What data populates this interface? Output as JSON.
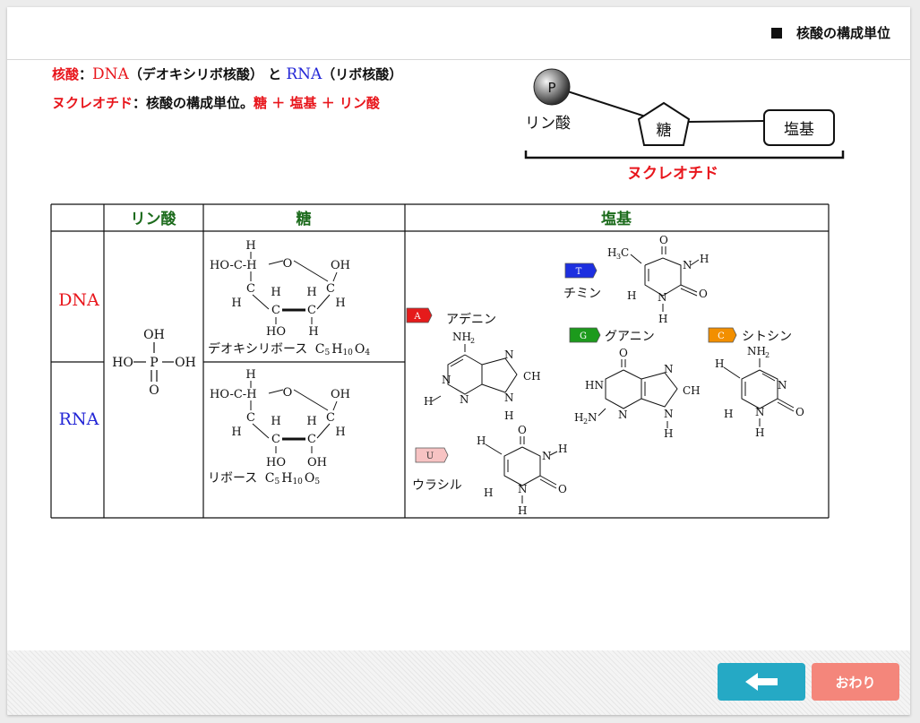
{
  "header": {
    "title": "核酸の構成単位"
  },
  "intro": {
    "line1": {
      "term": "核酸",
      "colon": "：",
      "dna": "DNA",
      "dna_desc": "（デオキシリボ核酸）",
      "and": "と",
      "rna": "RNA",
      "rna_desc": "（リボ核酸）"
    },
    "line2": {
      "term": "ヌクレオチド",
      "desc": "：核酸の構成単位。",
      "formula": "糖 ＋ 塩基 ＋ リン酸"
    }
  },
  "nucleotide_diagram": {
    "p": "P",
    "phosphate": "リン酸",
    "sugar": "糖",
    "base": "塩基",
    "caption": "ヌクレオチド"
  },
  "table": {
    "headers": [
      "リン酸",
      "糖",
      "塩基"
    ],
    "rows": [
      "DNA",
      "RNA"
    ],
    "phosphate": {
      "oh_top": "OH",
      "ho": "HO",
      "p": "P",
      "oh_right": "OH",
      "o_bottom": "O"
    },
    "deoxyribose": {
      "name": "デオキシリボース",
      "formula": [
        "C",
        "5",
        "H",
        "10",
        "O",
        "4"
      ]
    },
    "ribose": {
      "name": "リボース",
      "formula": [
        "C",
        "5",
        "H",
        "10",
        "O",
        "5"
      ]
    },
    "bases": [
      {
        "letter": "A",
        "name": "アデニン",
        "color": "#e51b1b"
      },
      {
        "letter": "T",
        "name": "チミン",
        "color": "#1d2fe0"
      },
      {
        "letter": "G",
        "name": "グアニン",
        "color": "#1c9a1c"
      },
      {
        "letter": "C",
        "name": "シトシン",
        "color": "#f28f00"
      },
      {
        "letter": "U",
        "name": "ウラシル",
        "color": "#f7c3c3"
      }
    ]
  },
  "buttons": {
    "back_icon": "arrow-left",
    "end_label": "おわり"
  }
}
